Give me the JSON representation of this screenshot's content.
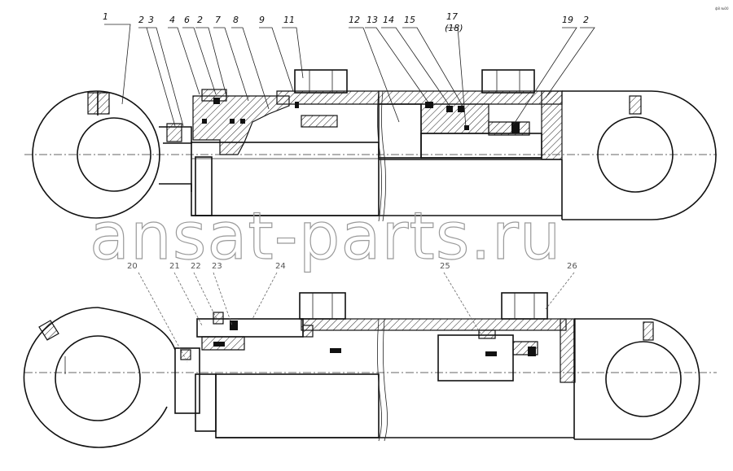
{
  "corner_mark": "ф8 №00",
  "watermark": "ansat-parts.ru",
  "top_view": {
    "callouts": [
      "1",
      "2",
      "3",
      "4",
      "6",
      "2",
      "7",
      "8",
      "9",
      "11",
      "12",
      "13",
      "14",
      "15",
      "17",
      "(18)",
      "19",
      "2"
    ]
  },
  "bottom_view": {
    "callouts": [
      "20",
      "21",
      "22",
      "23",
      "24",
      "25",
      "26"
    ]
  }
}
